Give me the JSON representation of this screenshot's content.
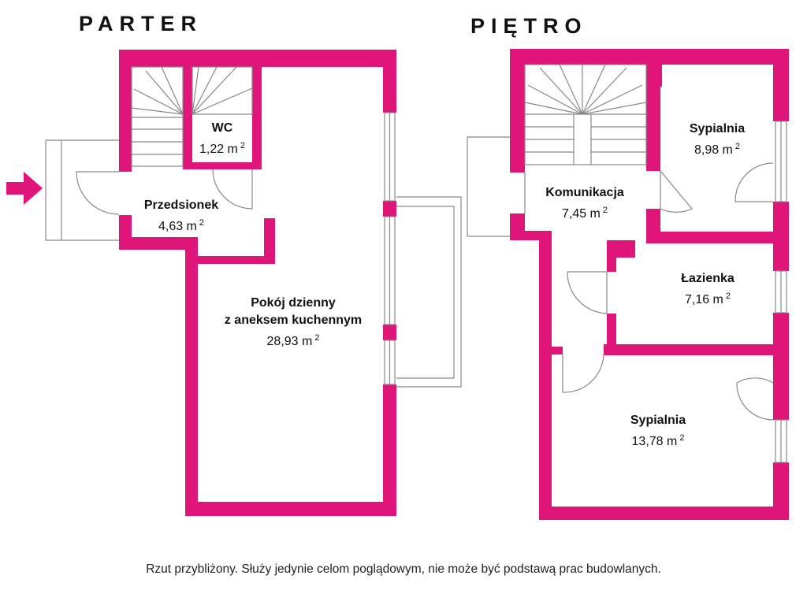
{
  "floors": {
    "ground": {
      "title": "PARTER"
    },
    "upper": {
      "title": "PIĘTRO"
    }
  },
  "rooms": {
    "wc": {
      "name": "WC",
      "area": "1,22 m",
      "unit_exp": "2"
    },
    "przedsionek": {
      "name": "Przedsionek",
      "area": "4,63 m",
      "unit_exp": "2"
    },
    "pokoj": {
      "name_line1": "Pokój dzienny",
      "name_line2": "z aneksem kuchennym",
      "area": "28,93 m",
      "unit_exp": "2"
    },
    "komunikacja": {
      "name": "Komunikacja",
      "area": "7,45 m",
      "unit_exp": "2"
    },
    "sypialnia_small": {
      "name": "Sypialnia",
      "area": "8,98 m",
      "unit_exp": "2"
    },
    "lazienka": {
      "name": "Łazienka",
      "area": "7,16 m",
      "unit_exp": "2"
    },
    "sypialnia_large": {
      "name": "Sypialnia",
      "area": "13,78 m",
      "unit_exp": "2"
    }
  },
  "disclaimer": "Rzut przybliżony. Służy jedynie celom poglądowym, nie może być podstawą prac budowlanych.",
  "colors": {
    "wall": "#e0157a",
    "line": "#888888",
    "text": "#111111"
  },
  "icons": {
    "entrance": "entry-arrow-icon",
    "stairs": "stairs-icon",
    "door": "door-swing-icon",
    "window": "window-icon"
  }
}
